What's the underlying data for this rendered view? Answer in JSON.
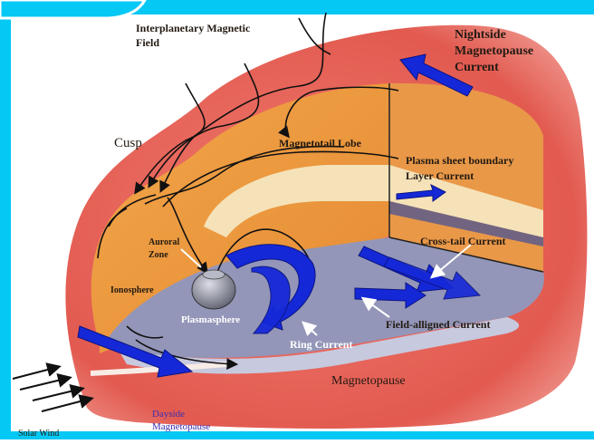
{
  "diagram": {
    "labels": {
      "imf_line1": "Interplanetary Magnetic",
      "imf_line2": "Field",
      "nightside_line1": "Nightside",
      "nightside_line2": "Magnetopause",
      "nightside_line3": "Current",
      "cusp": "Cusp",
      "magnetotail_lobe": "Magnetotail Lobe",
      "psbl_line1": "Plasma sheet boundary",
      "psbl_line2": "Layer Current",
      "auroral_line1": "Auroral",
      "auroral_line2": "Zone",
      "cross_tail": "Cross-tail Current",
      "ionosphere": "Ionosphere",
      "plasmasphere": "Plasmasphere",
      "field_aligned": "Field-alligned Current",
      "ring_current": "Ring Current",
      "magnetopause": "Magnetopause",
      "dayside_line1": "Dayside",
      "dayside_line2": "Magnetopause",
      "solar_wind": "Solar Wind"
    },
    "colors": {
      "frame_cyan": "#06c8f4",
      "outer_red": "#e0534a",
      "inner_orange": "#ec9a3e",
      "sheet_gray": "#8f93b6",
      "current_blue": "#1528d8",
      "label_blue": "#3a2fb0"
    }
  }
}
